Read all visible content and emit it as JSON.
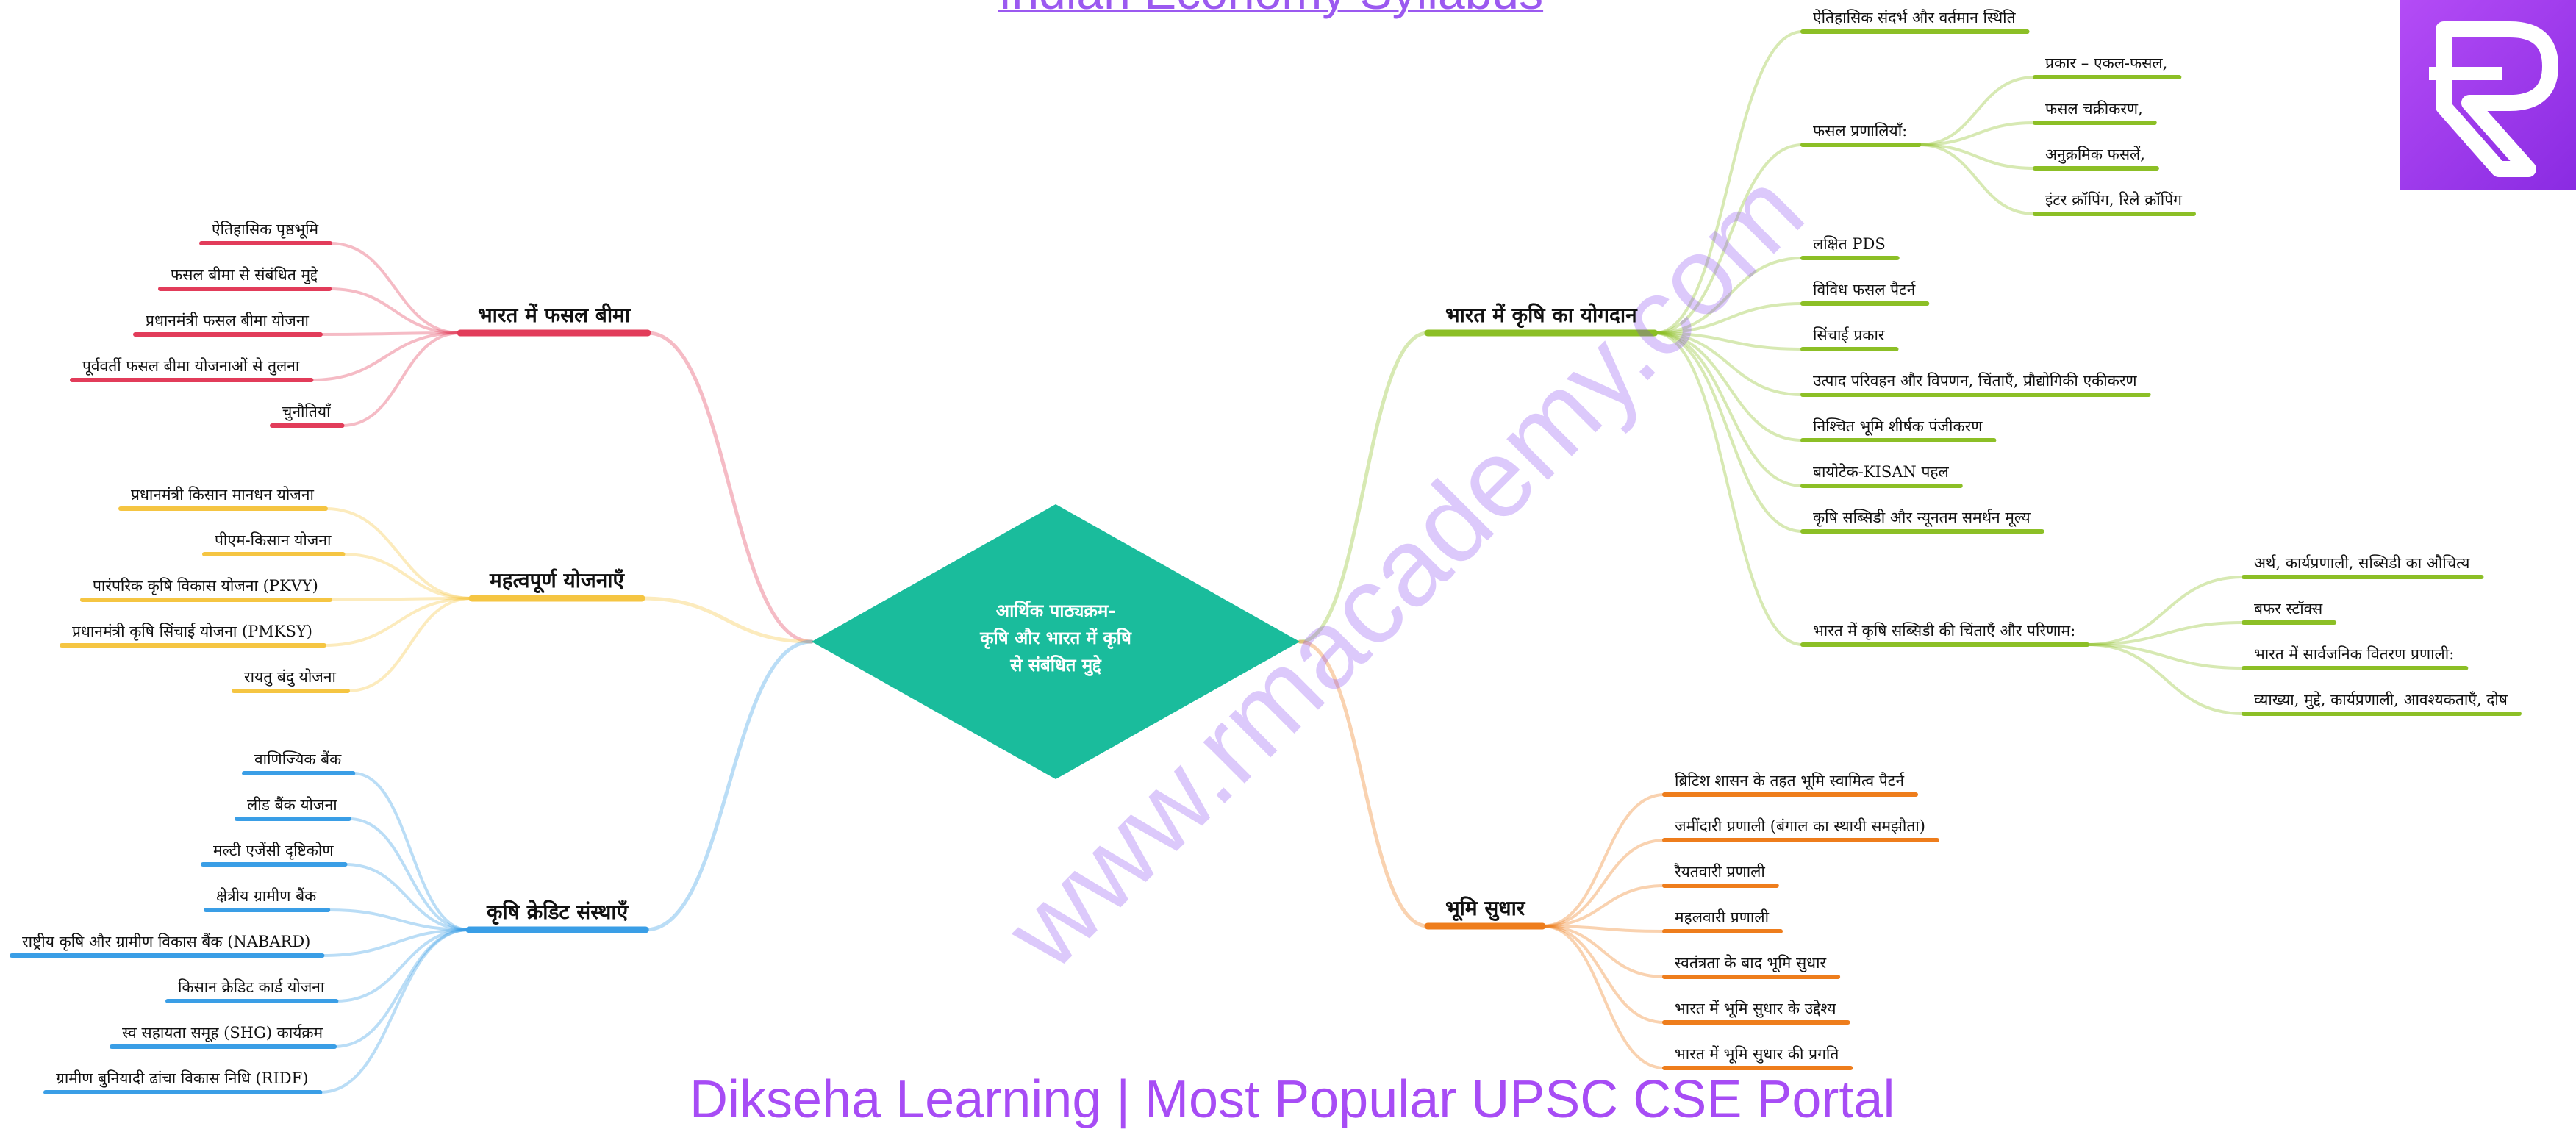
{
  "header": {
    "title": "Indian Economy Syllabus"
  },
  "footer": {
    "text": "Dikseha Learning | Most Popular UPSC CSE Portal"
  },
  "watermark": {
    "text": "www.rmacademy.com"
  },
  "center": {
    "lines": [
      "आर्थिक पाठ्यक्रम-",
      "कृषि और भारत में कृषि",
      "से संबंधित मुद्दे"
    ],
    "color": "#1abc9c"
  },
  "colors": {
    "crop_insurance": "#e23c5a",
    "schemes": "#f5c542",
    "credit": "#3a9ee6",
    "contribution": "#8cbf26",
    "land": "#ee7d1c",
    "logo": "#a044f0"
  },
  "branches": {
    "crop_insurance": {
      "label": "भारत में फसल बीमा",
      "items": [
        "ऐतिहासिक पृष्ठभूमि",
        "फसल बीमा से संबंधित मुद्दे",
        "प्रधानमंत्री फसल बीमा योजना",
        "पूर्ववर्ती फसल बीमा योजनाओं से तुलना",
        "चुनौतियाँ"
      ]
    },
    "schemes": {
      "label": "महत्वपूर्ण योजनाएँ",
      "items": [
        "प्रधानमंत्री किसान मानधन योजना",
        "पीएम-किसान योजना",
        "पारंपरिक कृषि विकास योजना (PKVY)",
        "प्रधानमंत्री कृषि सिंचाई योजना (PMKSY)",
        "रायतु बंदु योजना"
      ]
    },
    "credit": {
      "label": "कृषि क्रेडिट संस्थाएँ",
      "items": [
        "वाणिज्यिक बैंक",
        "लीड बैंक योजना",
        "मल्टी एजेंसी दृष्टिकोण",
        "क्षेत्रीय ग्रामीण बैंक",
        "राष्ट्रीय कृषि और ग्रामीण विकास बैंक (NABARD)",
        "किसान क्रेडिट कार्ड योजना",
        "स्व सहायता समूह (SHG) कार्यक्रम",
        "ग्रामीण बुनियादी ढांचा विकास निधि (RIDF)"
      ]
    },
    "contribution": {
      "label": "भारत में कृषि का योगदान",
      "items": [
        {
          "label": "ऐतिहासिक संदर्भ और वर्तमान स्थिति"
        },
        {
          "label": "फसल प्रणालियाँ:",
          "children": [
            "प्रकार – एकल-फसल,",
            "फसल चक्रीकरण,",
            "अनुक्रमिक फसलें,",
            "इंटर क्रॉपिंग, रिले क्रॉपिंग"
          ]
        },
        {
          "label": "लक्षित PDS"
        },
        {
          "label": "विविध फसल पैटर्न"
        },
        {
          "label": "सिंचाई प्रकार"
        },
        {
          "label": "उत्पाद परिवहन और विपणन, चिंताएँ, प्रौद्योगिकी एकीकरण"
        },
        {
          "label": "निश्चित भूमि शीर्षक पंजीकरण"
        },
        {
          "label": "बायोटेक-KISAN पहल"
        },
        {
          "label": "कृषि सब्सिडी और न्यूनतम समर्थन मूल्य"
        },
        {
          "label": "भारत में कृषि सब्सिडी की चिंताएँ और परिणाम:",
          "children": [
            "अर्थ, कार्यप्रणाली, सब्सिडी का औचित्य",
            "बफर स्टॉक्स",
            "भारत में सार्वजनिक वितरण प्रणाली:",
            "व्याख्या, मुद्दे, कार्यप्रणाली, आवश्यकताएँ, दोष"
          ]
        }
      ]
    },
    "land": {
      "label": "भूमि सुधार",
      "items": [
        "ब्रिटिश शासन के तहत भूमि स्वामित्व पैटर्न",
        "जमींदारी प्रणाली (बंगाल का स्थायी समझौता)",
        "रैयतवारी प्रणाली",
        "महलवारी प्रणाली",
        "स्वतंत्रता के बाद भूमि सुधार",
        "भारत में भूमि सुधार के उद्देश्य",
        "भारत में भूमि सुधार की प्रगति"
      ]
    }
  }
}
